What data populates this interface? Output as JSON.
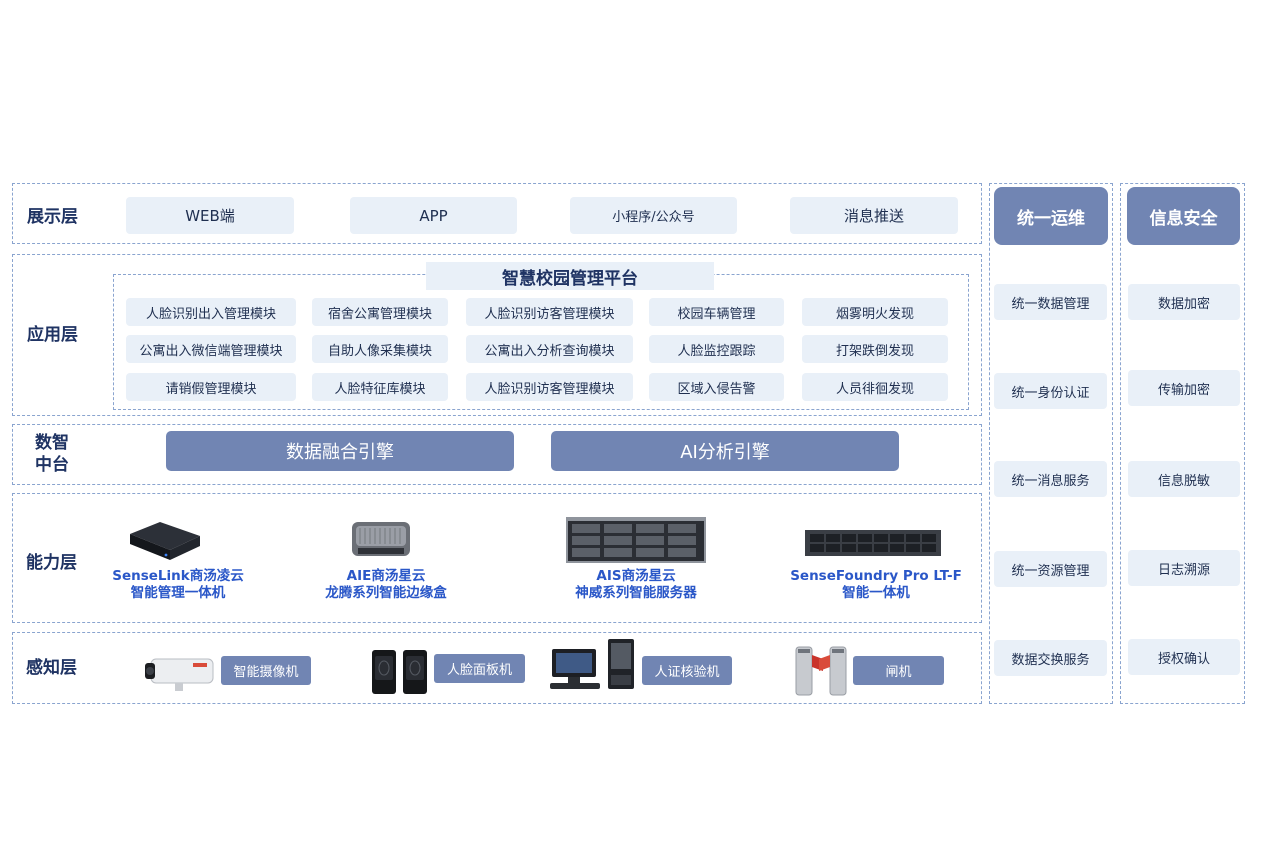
{
  "presentation": {
    "label": "展示层",
    "items": [
      "WEB端",
      "APP",
      "小程序/公众号",
      "消息推送"
    ]
  },
  "application": {
    "label": "应用层",
    "platform_title": "智慧校园管理平台",
    "rows": [
      [
        "人脸识别出入管理模块",
        "宿舍公寓管理模块",
        "人脸识别访客管理模块",
        "校园车辆管理",
        "烟雾明火发现"
      ],
      [
        "公寓出入微信端管理模块",
        "自助人像采集模块",
        "公寓出入分析查询模块",
        "人脸监控跟踪",
        "打架跌倒发现"
      ],
      [
        "请销假管理模块",
        "人脸特征库模块",
        "人脸识别访客管理模块",
        "区域入侵告警",
        "人员徘徊发现"
      ]
    ]
  },
  "data_center": {
    "label_line1": "数智",
    "label_line2": "中台",
    "engines": [
      "数据融合引擎",
      "AI分析引擎"
    ]
  },
  "capability": {
    "label": "能力层",
    "devices": [
      {
        "line1": "SenseLink商汤凌云",
        "line2": "智能管理一体机",
        "icon": "mini-pc-icon"
      },
      {
        "line1": "AIE商汤星云",
        "line2": "龙腾系列智能边缘盒",
        "icon": "edge-box-icon"
      },
      {
        "line1": "AIS商汤星云",
        "line2": "神威系列智能服务器",
        "icon": "rack-server-icon"
      },
      {
        "line1": "SenseFoundry Pro LT-F",
        "line2": "智能一体机",
        "icon": "rack-appliance-icon"
      }
    ]
  },
  "perception": {
    "label": "感知层",
    "devices": [
      {
        "label": "智能摄像机",
        "icon": "camera-icon"
      },
      {
        "label": "人脸面板机",
        "icon": "face-panel-icon"
      },
      {
        "label": "人证核验机",
        "icon": "id-verifier-icon"
      },
      {
        "label": "闸机",
        "icon": "turnstile-icon"
      }
    ]
  },
  "operations": {
    "title": "统一运维",
    "items": [
      "统一数据管理",
      "统一身份认证",
      "统一消息服务",
      "统一资源管理",
      "数据交换服务"
    ]
  },
  "security": {
    "title": "信息安全",
    "items": [
      "数据加密",
      "传输加密",
      "信息脱敏",
      "日志溯源",
      "授权确认"
    ]
  },
  "colors": {
    "accent": "#7185b3",
    "pill": "#e9f0f8",
    "border": "#8aa4cf",
    "device_text": "#2a57c8"
  }
}
